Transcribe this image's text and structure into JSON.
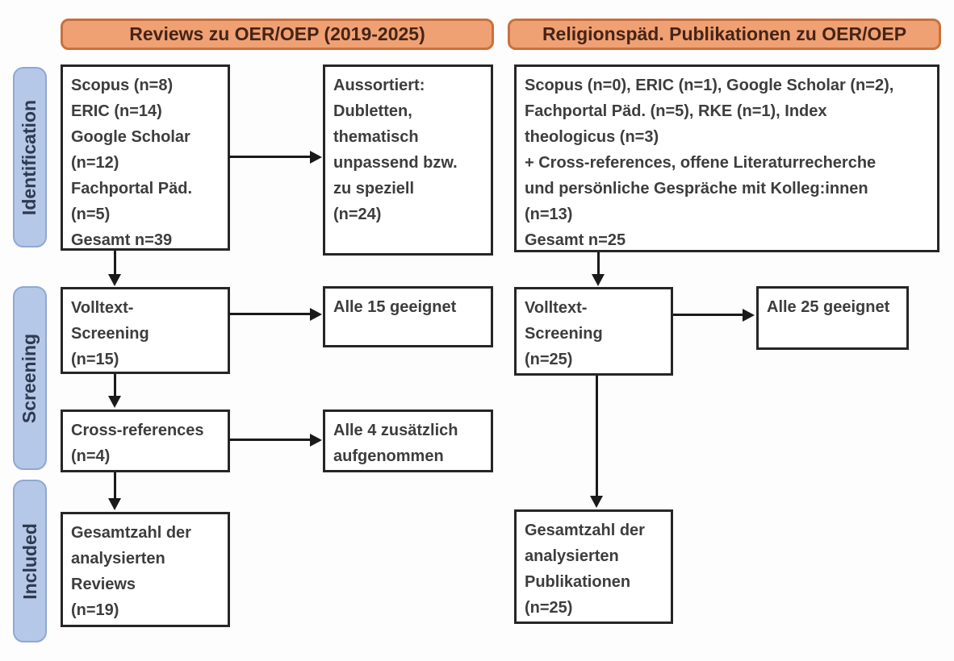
{
  "diagram": {
    "title_left": "Reviews zu OER/OEP (2019-2025)",
    "title_right": "Religionspäd. Publikationen zu OER/OEP",
    "stages": {
      "identification": "Identification",
      "screening": "Screening",
      "included": "Included"
    },
    "boxes": {
      "left_sources": "Scopus (n=8)\nERIC (n=14)\nGoogle Scholar\n(n=12)\nFachportal Päd.\n(n=5)\nGesamt n=39",
      "left_excluded": "Aussortiert:\nDubletten,\nthematisch\nunpassend bzw.\nzu speziell\n(n=24)",
      "left_fulltext": "Volltext-\nScreening\n(n=15)",
      "left_fulltext_result": "Alle 15 geeignet",
      "left_crossref": "Cross-references\n(n=4)",
      "left_crossref_result": "Alle 4 zusätzlich\naufgenommen",
      "left_included_total": "Gesamtzahl der\nanalysierten\nReviews\n(n=19)",
      "right_sources": "Scopus (n=0), ERIC (n=1), Google Scholar (n=2),\nFachportal Päd. (n=5), RKE (n=1), Index\ntheologicus (n=3)\n+ Cross-references, offene Literaturrecherche\nund persönliche Gespräche mit Kolleg:innen\n(n=13)\nGesamt n=25",
      "right_fulltext": "Volltext-\nScreening\n(n=25)",
      "right_fulltext_result": "Alle 25 geeignet",
      "right_included_total": "Gesamtzahl der\nanalysierten\nPublikationen\n(n=25)"
    },
    "colors": {
      "header_fill": "#F0A173",
      "header_border": "#C9713E",
      "header_text": "#452416",
      "stage_fill": "#B5C8E8",
      "stage_border": "#8FA8D4",
      "stage_text": "#2E3A50",
      "box_border": "#262626",
      "box_text": "#3D3D3D",
      "arrow": "#1A1A1A"
    }
  }
}
